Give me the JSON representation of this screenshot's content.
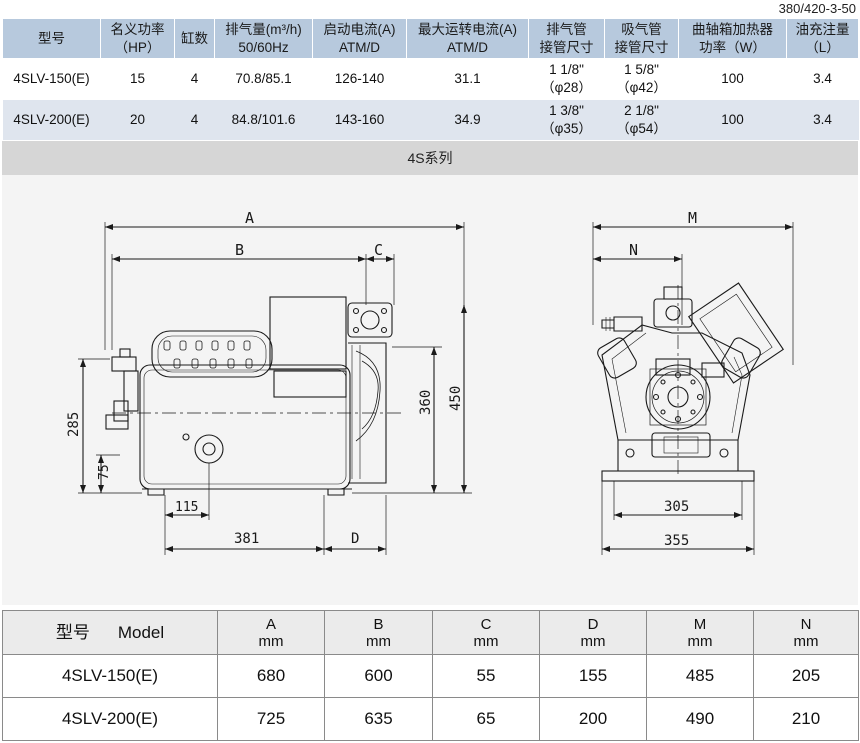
{
  "page_code": "380/420-3-50",
  "spec_table": {
    "headers": [
      [
        "型号",
        ""
      ],
      [
        "名义功率",
        "（HP）"
      ],
      [
        "缸数",
        ""
      ],
      [
        "排气量(m³/h)",
        "50/60Hz"
      ],
      [
        "启动电流(A)",
        "ATM/D"
      ],
      [
        "最大运转电流(A)",
        "ATM/D"
      ],
      [
        "排气管",
        "接管尺寸"
      ],
      [
        "吸气管",
        "接管尺寸"
      ],
      [
        "曲轴箱加热器",
        "功率（W）"
      ],
      [
        "油充注量",
        "（L）"
      ]
    ],
    "rows": [
      {
        "model": "4SLV-150(E)",
        "hp": "15",
        "cyl": "4",
        "disp": "70.8/85.1",
        "start": "126-140",
        "maxrun": "31.1",
        "dis1": "1 1/8\"",
        "dis2": "（φ28）",
        "suc1": "1 5/8\"",
        "suc2": "（φ42）",
        "heater": "100",
        "oil": "3.4"
      },
      {
        "model": "4SLV-200(E)",
        "hp": "20",
        "cyl": "4",
        "disp": "84.8/101.6",
        "start": "143-160",
        "maxrun": "34.9",
        "dis1": "1 3/8\"",
        "dis2": "（φ35）",
        "suc1": "2 1/8\"",
        "suc2": "（φ54）",
        "heater": "100",
        "oil": "3.4"
      }
    ]
  },
  "series_label": "4S系列",
  "drawing": {
    "labels": {
      "A": "A",
      "B": "B",
      "C": "C",
      "D": "D",
      "M": "M",
      "N": "N",
      "d285": "285",
      "d75": "75",
      "d115": "115",
      "d381": "381",
      "d360": "360",
      "d450": "450",
      "d305": "305",
      "d355": "355"
    },
    "line_color": "#1a1a1a"
  },
  "dim_table": {
    "header_model": "型号",
    "header_model_en": "Model",
    "columns": [
      {
        "name": "A",
        "unit": "mm"
      },
      {
        "name": "B",
        "unit": "mm"
      },
      {
        "name": "C",
        "unit": "mm"
      },
      {
        "name": "D",
        "unit": "mm"
      },
      {
        "name": "M",
        "unit": "mm"
      },
      {
        "name": "N",
        "unit": "mm"
      }
    ],
    "rows": [
      {
        "model": "4SLV-150(E)",
        "values": [
          "680",
          "600",
          "55",
          "155",
          "485",
          "205"
        ]
      },
      {
        "model": "4SLV-200(E)",
        "values": [
          "725",
          "635",
          "65",
          "200",
          "490",
          "210"
        ]
      }
    ]
  },
  "colors": {
    "header_bg": "#b7c9dd",
    "row_alt_bg": "#dfe5ee",
    "series_bg": "#d6d6d6",
    "drawing_bg": "#f4f4f4",
    "dim_header_bg": "#ebebeb"
  }
}
